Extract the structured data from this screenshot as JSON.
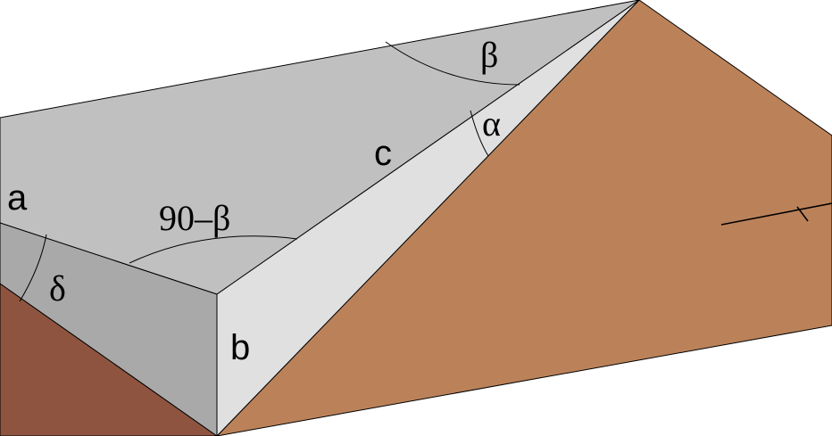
{
  "labels": {
    "a": "a",
    "b": "b",
    "c": "c",
    "alpha": "α",
    "beta": "β",
    "delta": "δ",
    "ninety_minus_beta": "90–β"
  },
  "colors": {
    "top_face": "#c0c0c0",
    "front_face": "#a9a9a9",
    "side_face": "#e0e0e0",
    "plane": "#bb825a",
    "plane_shadow": "#8f5440",
    "line": "#000000"
  }
}
